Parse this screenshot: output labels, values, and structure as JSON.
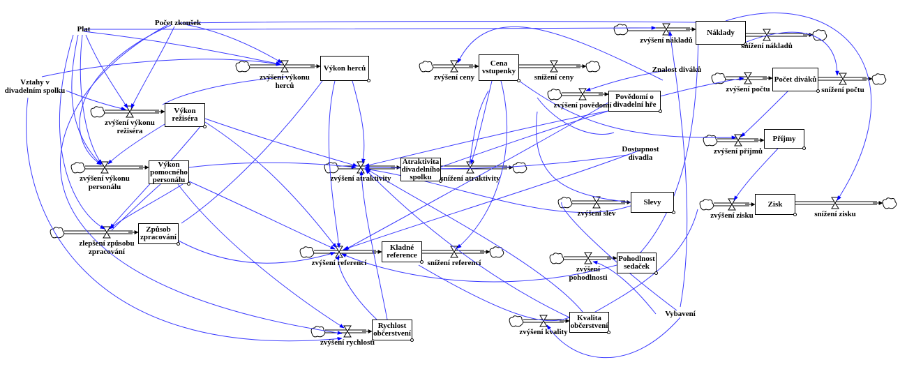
{
  "diagram": {
    "type": "stock-and-flow",
    "stocks": {
      "naklady": "Náklady",
      "vykon_hercu": "Výkon herců",
      "cena_vstupenky": [
        "Cena",
        "vstupenky"
      ],
      "vykon_rezisera": [
        "Výkon",
        "režiséra"
      ],
      "povedomi": [
        "Povědomí o",
        "divadelní hře"
      ],
      "pocet_divaku": "Počet diváků",
      "vykon_personalu": [
        "Výkon",
        "pomocného",
        "personálu"
      ],
      "atraktivita": [
        "Atraktivita",
        "divadelního",
        "spolku"
      ],
      "prijmy": "Příjmy",
      "slevy": "Slevy",
      "zisk": "Zisk",
      "zpusob": [
        "Způsob",
        "zpracování"
      ],
      "kladne_reference": [
        "Kladné",
        "reference"
      ],
      "pohodlnost": [
        "Pohodlnost",
        "sedaček"
      ],
      "kvalita": [
        "Kvalita",
        "občerstvení"
      ],
      "rychlost": [
        "Rychlost",
        "občerstvení"
      ]
    },
    "flows": {
      "zvyseni_nakladu": "zvýšení nákladů",
      "snizeni_nakladu": "snížení nákladů",
      "zvyseni_vykonu_hercu": [
        "zvýšení výkonu",
        "herců"
      ],
      "zvyseni_ceny": "zvýšení ceny",
      "snizeni_ceny": "snížení ceny",
      "zvyseni_vykonu_rezisera": [
        "zvýšení výkonu",
        "režiséra"
      ],
      "zvyseni_povedomi": "zvýšení povědomí",
      "zvyseni_poctu": "zvýšení počtu",
      "snizeni_poctu": "snížení počtu",
      "zvyseni_vykonu_personalu": [
        "zvýšení výkonu",
        "personálu"
      ],
      "zvyseni_atraktivity": "zvýšení atraktivity",
      "snizeni_atraktivity": "snížení atraktivity",
      "zvyseni_prijmu": "zvýšení příjmů",
      "zvyseni_slev": "zvýšení slev",
      "zvyseni_zisku": "zvýšení zisku",
      "snizeni_zisku": "snížení zisku",
      "zlepseni_zpusobu": [
        "zlepšení způsobu",
        "zpracování"
      ],
      "zvyseni_referenci": "zvýšení referencí",
      "snizeni_referenci": "snížení referencí",
      "zvyseni_pohodlnosti": [
        "zvýšení",
        "pohodlnosti"
      ],
      "zvyseni_kvality": "zvýšení kvality",
      "zvyseni_rychlosti": "zvýšení rychlosti"
    },
    "auxiliaries": {
      "plat": "Plat",
      "pocet_zkousek": "Počet zkoušek",
      "vztahy": [
        "Vztahy v",
        "divadelním spolku"
      ],
      "znalost_divaku": "Znalost diváků",
      "dostupnost": [
        "Dostupnost",
        "divadla"
      ],
      "vybaveni": "Vybavení"
    },
    "colors": {
      "link": "#3a3aff",
      "arrowhead": "#0000ff",
      "pipe": "#000000",
      "stock_border": "#000000",
      "background": "#ffffff"
    }
  }
}
